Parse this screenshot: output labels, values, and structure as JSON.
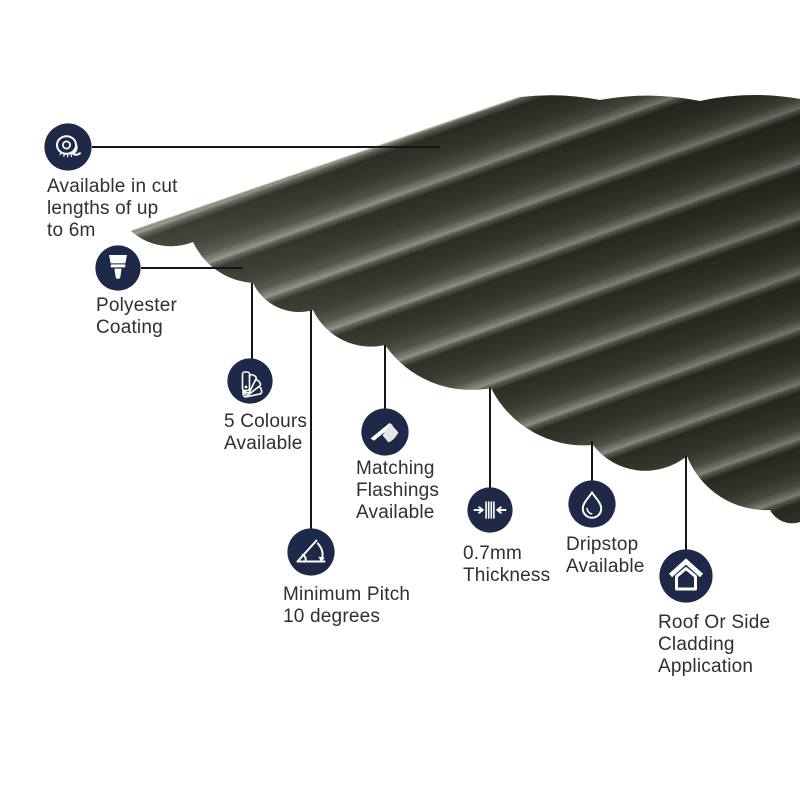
{
  "features": [
    {
      "icon": "tape-measure-icon",
      "lines": [
        "Available in cut",
        "lengths of up",
        "to 6m"
      ]
    },
    {
      "icon": "paint-brush-icon",
      "lines": [
        "Polyester",
        "Coating"
      ]
    },
    {
      "icon": "colour-swatch-fan-icon",
      "lines": [
        "5 Colours",
        "Available"
      ]
    },
    {
      "icon": "flashing-icon",
      "lines": [
        "Matching",
        "Flashings",
        "Available"
      ]
    },
    {
      "icon": "pitch-angle-icon",
      "lines": [
        "Minimum Pitch",
        "10 degrees"
      ]
    },
    {
      "icon": "thickness-arrows-icon",
      "lines": [
        "0.7mm",
        "Thickness"
      ]
    },
    {
      "icon": "water-droplet-icon",
      "lines": [
        "Dripstop",
        "Available"
      ]
    },
    {
      "icon": "house-icon",
      "lines": [
        "Roof Or Side",
        "Cladding",
        "Application"
      ]
    }
  ],
  "colors": {
    "icon_circle": "#1e2947",
    "label_text": "#2f2f2f",
    "connector_line": "#151515",
    "sheet_dark": "#2d3126",
    "sheet_mid": "#3a3e30",
    "sheet_highlight": "#97998a",
    "background": "#ffffff"
  }
}
